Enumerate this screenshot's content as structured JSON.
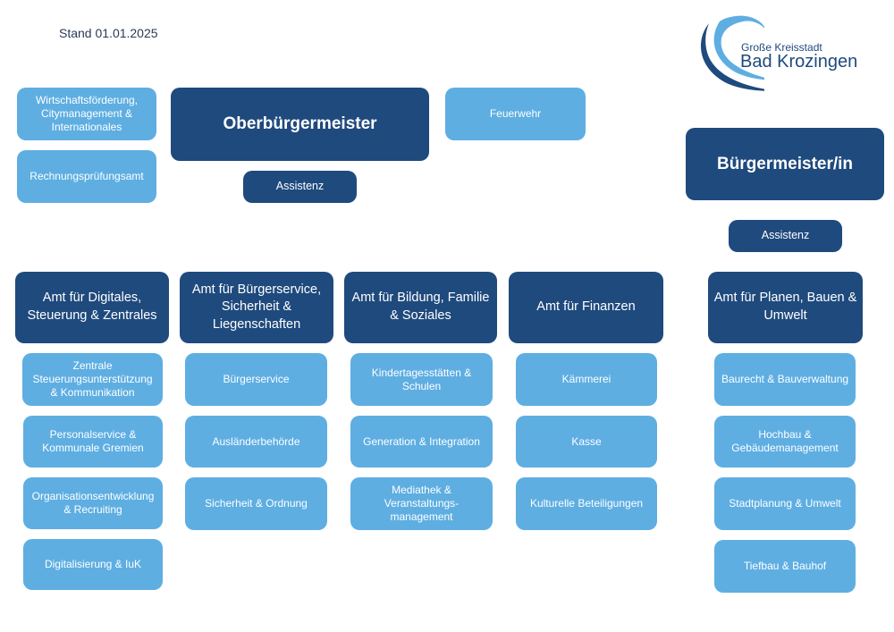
{
  "header": {
    "stand": "Stand 01.01.2025"
  },
  "logo": {
    "line1": "Große Kreisstadt",
    "line2": "Bad Krozingen"
  },
  "colors": {
    "dark": "#1f4a7d",
    "light": "#5eaee2"
  },
  "top": {
    "staff": [
      "Wirtschaftsförderung, Citymanagement & Internationales",
      "Rechnungsprüfungsamt"
    ],
    "oberbuergermeister": "Oberbürgermeister",
    "ob_assistenz": "Assistenz",
    "feuerwehr": "Feuerwehr",
    "buergermeister": "Bürgermeister/in",
    "bm_assistenz": "Assistenz"
  },
  "aemter": [
    {
      "title": "Amt für Digitales, Steuerung & Zentrales",
      "units": [
        "Zentrale Steuerungsunterstützung & Kommunikation",
        "Personalservice & Kommunale Gremien",
        "Organisationsentwicklung & Recruiting",
        "Digitalisierung & IuK"
      ]
    },
    {
      "title": "Amt für Bürgerservice, Sicherheit & Liegenschaften",
      "units": [
        "Bürgerservice",
        "Ausländerbehörde",
        "Sicherheit & Ordnung"
      ]
    },
    {
      "title": "Amt für Bildung, Familie & Soziales",
      "units": [
        "Kindertagesstätten & Schulen",
        "Generation & Integration",
        "Mediathek & Veranstaltungs-management"
      ]
    },
    {
      "title": "Amt für Finanzen",
      "units": [
        "Kämmerei",
        "Kasse",
        "Kulturelle Beteiligungen"
      ]
    },
    {
      "title": "Amt für Planen, Bauen & Umwelt",
      "units": [
        "Baurecht & Bauverwaltung",
        "Hochbau & Gebäudemanagement",
        "Stadtplanung & Umwelt",
        "Tiefbau & Bauhof"
      ]
    }
  ]
}
